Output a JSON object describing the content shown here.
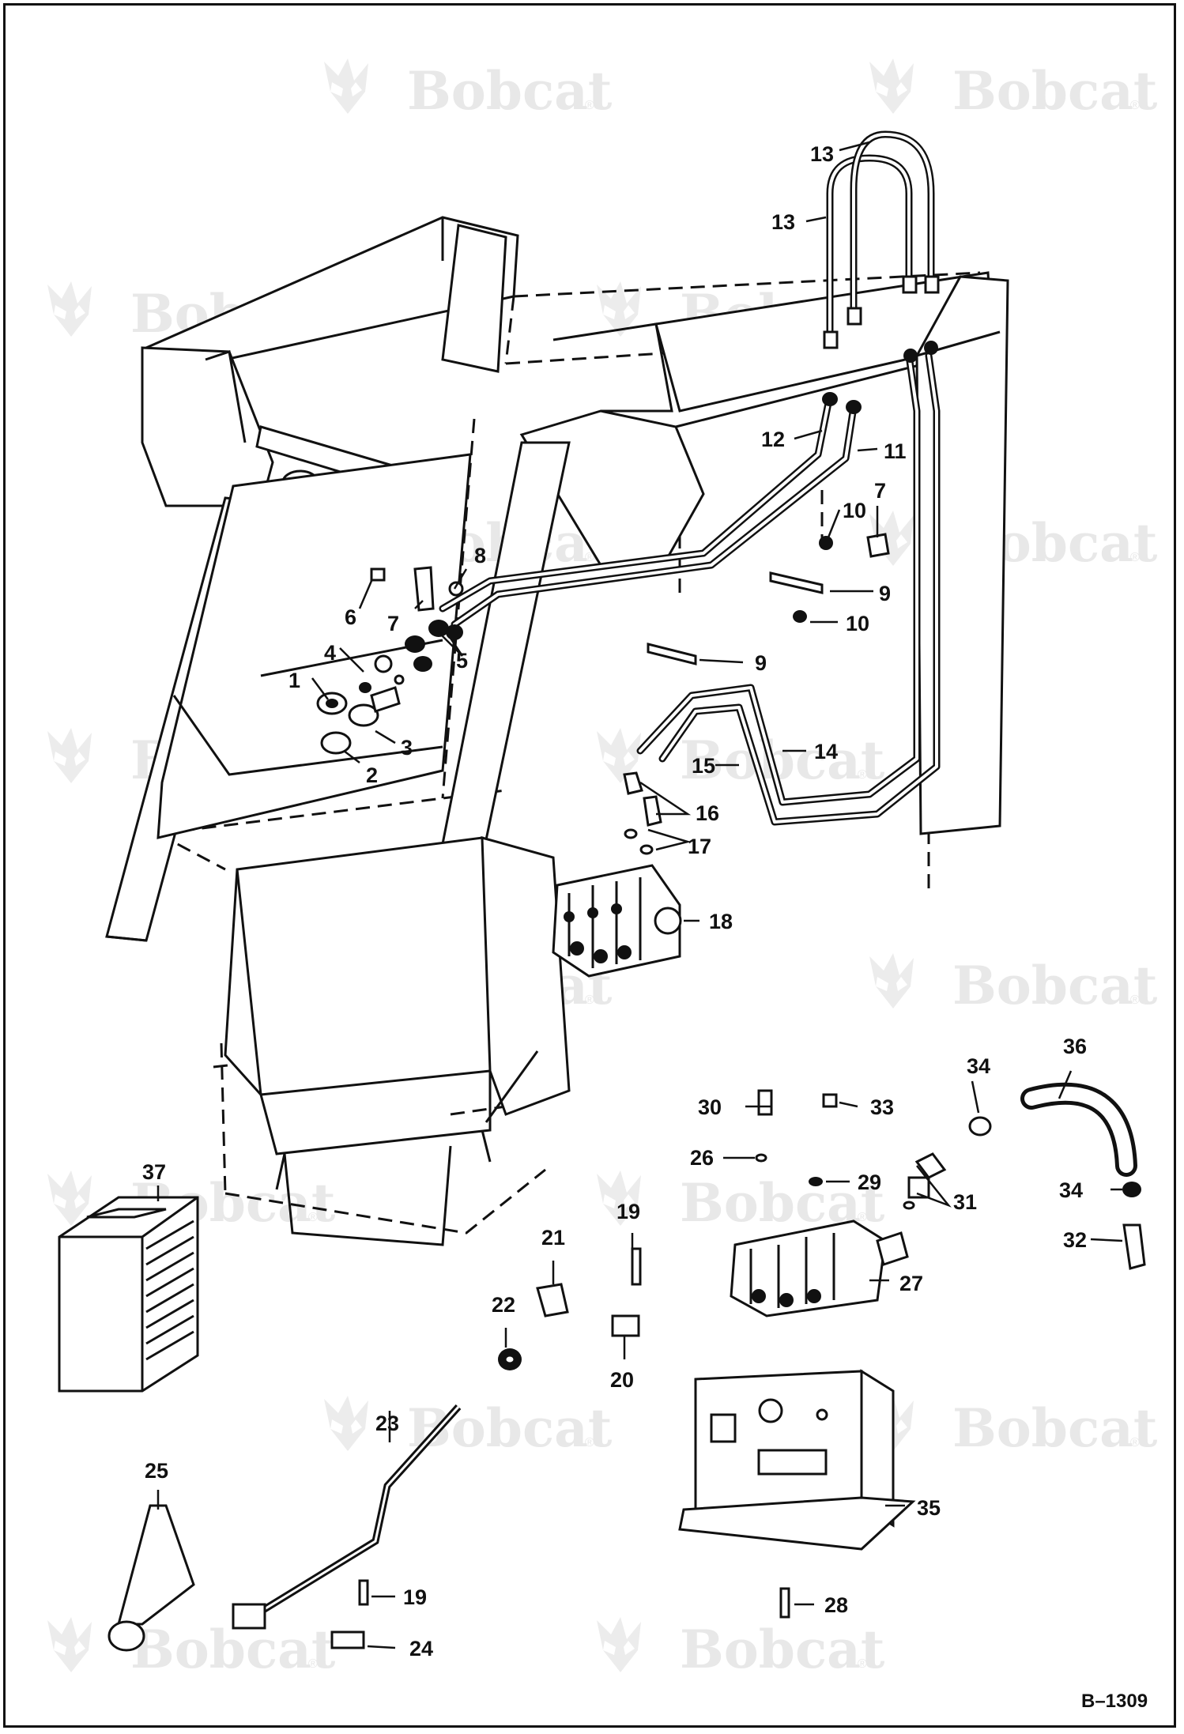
{
  "drawing_id": "B–1309",
  "watermark": {
    "brand": "Bobcat",
    "reg_mark": "®"
  },
  "callouts": {
    "c1": "1",
    "c2": "2",
    "c3": "3",
    "c4": "4",
    "c5": "5",
    "c6": "6",
    "c7a": "7",
    "c7b": "7",
    "c8": "8",
    "c9a": "9",
    "c9b": "9",
    "c10a": "10",
    "c10b": "10",
    "c11": "11",
    "c12": "12",
    "c13a": "13",
    "c13b": "13",
    "c14": "14",
    "c15": "15",
    "c16": "16",
    "c17": "17",
    "c18": "18",
    "c19a": "19",
    "c19b": "19",
    "c20": "20",
    "c21": "21",
    "c22": "22",
    "c23": "23",
    "c24": "24",
    "c25": "25",
    "c26": "26",
    "c27": "27",
    "c28": "28",
    "c29": "29",
    "c30": "30",
    "c31": "31",
    "c32": "32",
    "c33": "33",
    "c34a": "34",
    "c34b": "34",
    "c35": "35",
    "c36": "36",
    "c37": "37"
  }
}
